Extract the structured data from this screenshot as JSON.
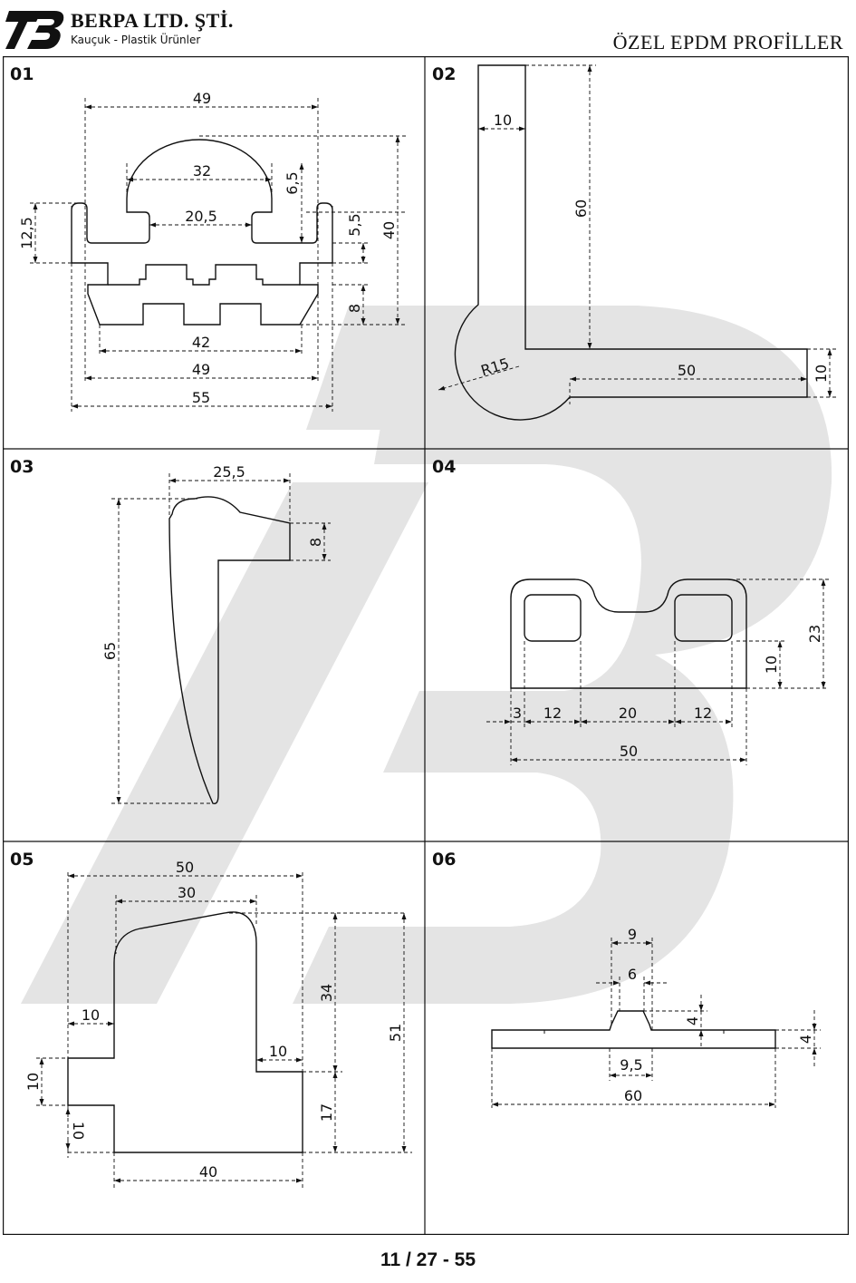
{
  "header": {
    "company_name": "BERPA LTD. ŞTİ.",
    "tagline": "Kauçuk - Plastik Ürünler",
    "document_title": "ÖZEL EPDM PROFİLLER"
  },
  "panels": [
    {
      "number": "01",
      "dimensions": [
        "49",
        "32",
        "20,5",
        "6,5",
        "12,5",
        "5,5",
        "40",
        "8",
        "42",
        "49",
        "55"
      ]
    },
    {
      "number": "02",
      "dimensions": [
        "10",
        "60",
        "R15",
        "50",
        "10"
      ]
    },
    {
      "number": "03",
      "dimensions": [
        "25,5",
        "8",
        "65"
      ]
    },
    {
      "number": "04",
      "dimensions": [
        "23",
        "10",
        "3",
        "12",
        "20",
        "12",
        "50"
      ]
    },
    {
      "number": "05",
      "dimensions": [
        "50",
        "30",
        "34",
        "51",
        "10",
        "10",
        "10",
        "17",
        "10",
        "40"
      ]
    },
    {
      "number": "06",
      "dimensions": [
        "9",
        "6",
        "4",
        "4",
        "9,5",
        "60"
      ]
    }
  ],
  "footer": {
    "page_code": "11 / 27 - 55"
  },
  "colors": {
    "line": "#111111",
    "watermark": "#e4e4e4"
  },
  "icons": {
    "logo": "berpa-logo-icon"
  }
}
